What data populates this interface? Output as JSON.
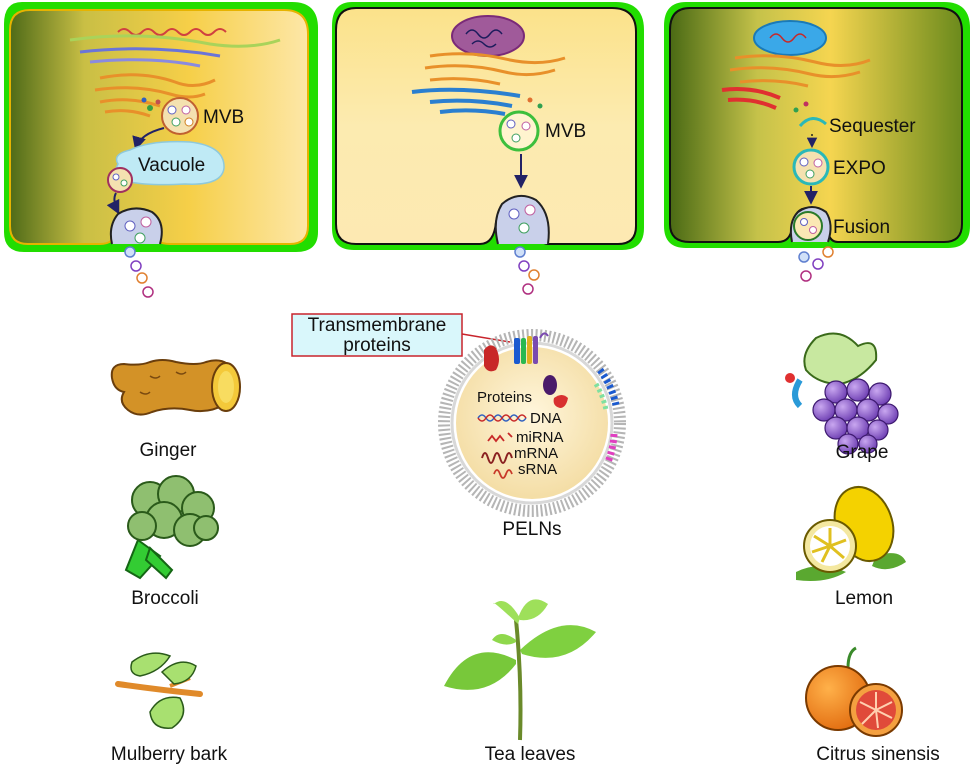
{
  "panels": {
    "left": {
      "labels": [
        "MVB",
        "Vacuole"
      ]
    },
    "middle": {
      "labels": [
        "MVB"
      ]
    },
    "right": {
      "labels": [
        "Sequester",
        "EXPO",
        "Fusion"
      ]
    }
  },
  "callout": {
    "line1": "Transmembrane",
    "line2": "proteins"
  },
  "vesicle": {
    "title": "PELNs",
    "cargo": [
      "Proteins",
      "DNA",
      "miRNA",
      "mRNA",
      "sRNA"
    ]
  },
  "sources": {
    "ginger": "Ginger",
    "broccoli": "Broccoli",
    "mulberry": "Mulberry bark",
    "tea": "Tea leaves",
    "grape": "Grape",
    "lemon": "Lemon",
    "citrus": "Citrus sinensis"
  },
  "colors": {
    "cell_wall": "#22dd00",
    "cytoplasm": "#f7d56a",
    "vacuole": "#bfeaf5",
    "membrane_blue": "#2a7fd0",
    "golgi_orange": "#e8902a",
    "vesicle_inner": "#f8e7b8",
    "callout_fill": "#d9f7fb",
    "callout_border": "#c8242c"
  }
}
